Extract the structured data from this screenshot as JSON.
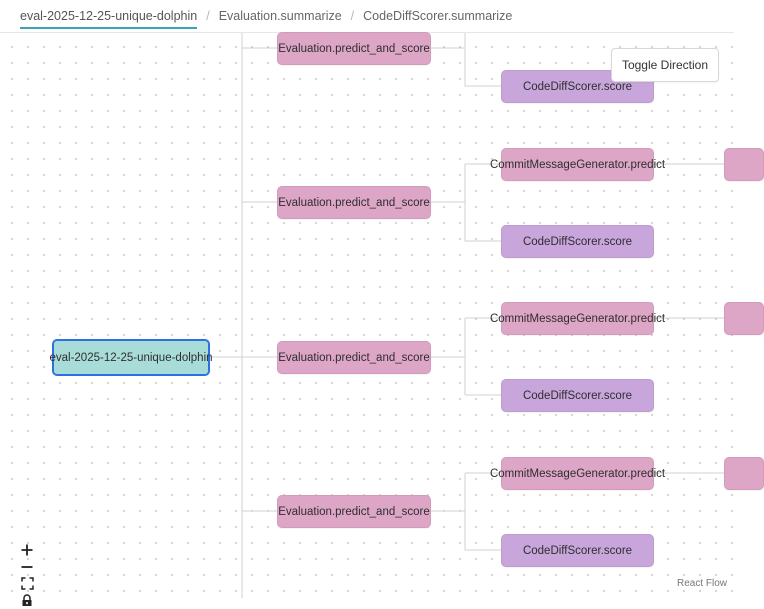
{
  "breadcrumb": {
    "items": [
      "eval-2025-12-25-unique-dolphin",
      "Evaluation.summarize",
      "CodeDiffScorer.summarize"
    ],
    "separator": "/"
  },
  "toolbar": {
    "toggle_label": "Toggle Direction"
  },
  "nodes": {
    "root": "eval-2025-12-25-unique-dolphin",
    "predict": "Evaluation.predict_and_score",
    "generator": "CommitMessageGenerator.predict",
    "scorer": "CodeDiffScorer.score"
  },
  "controls": [
    "zoom-in",
    "zoom-out",
    "fit-view",
    "lock"
  ],
  "attribution": "React Flow",
  "colors": {
    "root_fill": "#a8dcd9",
    "root_border": "#2f6fe0",
    "predict_fill": "#dda6c6",
    "scorer_fill": "#c8a6dc",
    "accent": "#3aa3b4"
  }
}
